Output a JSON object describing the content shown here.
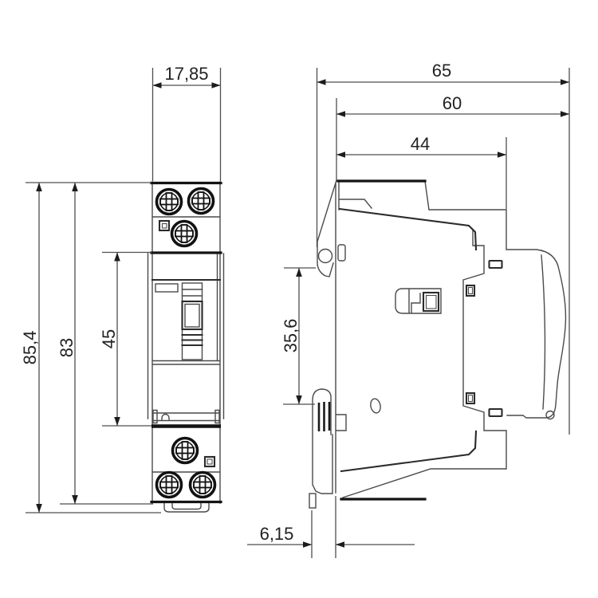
{
  "drawing": {
    "kind": "technical-dimension-drawing",
    "views": {
      "front": "front view",
      "side": "side view"
    }
  },
  "dimensions": {
    "front_width": {
      "label": "17,85"
    },
    "front_total_height": {
      "label": "85,4"
    },
    "front_body_height": {
      "label": "83"
    },
    "front_mid_height": {
      "label": "45"
    },
    "side_total_depth": {
      "label": "65"
    },
    "side_body_depth": {
      "label": "60"
    },
    "side_front_depth": {
      "label": "44"
    },
    "side_mid_height": {
      "label": "35,6"
    },
    "side_bottom_offset": {
      "label": "6,15"
    }
  },
  "colors": {
    "background": "#ffffff",
    "line": "#4a4a4a",
    "dark_line": "#141414",
    "text": "#222222"
  }
}
